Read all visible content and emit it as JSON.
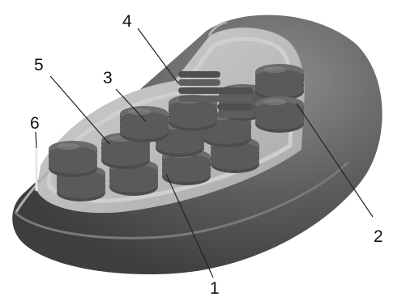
{
  "labels": [
    {
      "id": "1",
      "text": "1"
    },
    {
      "id": "2",
      "text": "2"
    },
    {
      "id": "3",
      "text": "3"
    },
    {
      "id": "4",
      "text": "4"
    },
    {
      "id": "5",
      "text": "5"
    },
    {
      "id": "6",
      "text": "6"
    }
  ],
  "colors": {
    "outer_shell": "#5b5b5b",
    "shell_edge": "#9a9a9a",
    "inner_cavity": "#bcbcbc",
    "granum": "#5e5e5e",
    "granum_top": "#8a8a8a",
    "background": "#ffffff"
  }
}
